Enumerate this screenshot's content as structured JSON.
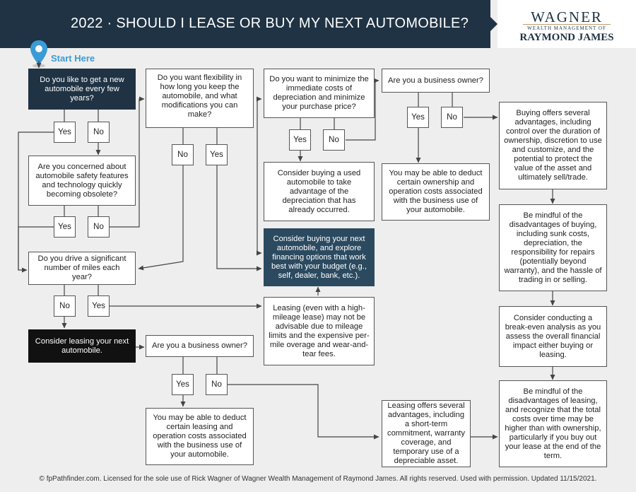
{
  "header": {
    "title": "2022 · SHOULD I LEASE OR BUY MY NEXT AUTOMOBILE?"
  },
  "logo": {
    "line1": "WAGNER",
    "line2": "WEALTH MANAGEMENT OF",
    "line3": "RAYMOND JAMES"
  },
  "start_label": "Start Here",
  "questions": {
    "new_every_few_years": "Do you like to get a new automobile every few years?",
    "safety_tech": "Are you concerned about automobile safety features and technology quickly becoming obsolete?",
    "flexibility": "Do you want flexibility in how long you keep the automobile, and what modifications you can make?",
    "significant_miles": "Do you drive a significant number of miles each year?",
    "minimize_costs": "Do you want to minimize the immediate costs of depreciation and minimize your purchase price?",
    "business_owner_top": "Are you a business owner?",
    "business_owner_bottom": "Are you a business owner?"
  },
  "answers": {
    "yes": "Yes",
    "no": "No"
  },
  "outcomes": {
    "consider_leasing": "Consider leasing your next automobile.",
    "consider_buying_new": "Consider buying your next automobile, and explore financing options that work best with your budget (e.g., self, dealer, bank, etc.).",
    "consider_buying_used": "Consider buying a used automobile to take advantage of the depreciation that has already occurred.",
    "deduct_ownership": "You may be able to deduct certain ownership and operation costs associated with the business use of your automobile.",
    "deduct_leasing": "You may be able to deduct certain leasing and operation costs associated with the business use of your automobile.",
    "high_mileage": "Leasing (even with a high-mileage lease) may not be advisable due to mileage limits and the expensive per-mile overage and wear-and-tear fees."
  },
  "notes": {
    "buying_advantages": "Buying offers several advantages, including control over the duration of ownership, discretion to use and customize, and the potential to protect the value of the asset and ultimately sell/trade.",
    "buying_disadvantages": "Be mindful of the disadvantages of buying, including sunk costs, depreciation, the responsibility for repairs (potentially beyond warranty), and the hassle of trading in or selling.",
    "break_even": "Consider conducting a break-even analysis as you assess the overall financial impact either buying or leasing.",
    "leasing_disadvantages": "Be mindful of the disadvantages of leasing, and recognize that the total costs over time may be higher than with ownership, particularly if you buy out your lease at the end of the term.",
    "leasing_advantages": "Leasing offers several advantages, including a short-term commitment, warranty coverage, and temporary use of a depreciable asset."
  },
  "footer": "© fpPathfinder.com. Licensed for the sole use of Rick Wagner of Wagner Wealth Management of Raymond James. All rights reserved. Used with permission. Updated 11/15/2021.",
  "colors": {
    "header": "#1f3344",
    "accent_box": "#2b4a60",
    "start": "#3b9bd6",
    "background": "#eeeeee"
  }
}
